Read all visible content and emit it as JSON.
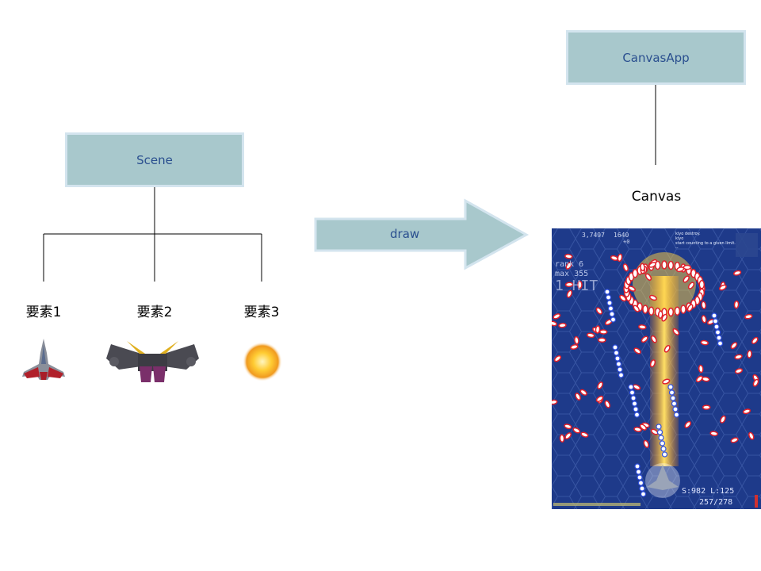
{
  "diagram": {
    "canvas_app": "CanvasApp",
    "canvas_label": "Canvas",
    "scene": "Scene",
    "draw_label": "draw",
    "elements": [
      "要素1",
      "要素2",
      "要素3"
    ]
  },
  "game": {
    "score_top": "3,7497",
    "hiscore_top": "1640",
    "plus": "+0",
    "rank": "rank 6",
    "max": "max 355",
    "hit": "1 HIT",
    "message_lines": [
      "kiyo destroy.",
      "kiyo",
      "start counting to a given limit.",
      "--"
    ],
    "status": "S:982 L:125",
    "count": "257/278"
  },
  "colors": {
    "box_fill": "#a8c8cc",
    "box_border": "#d3e4ee",
    "box_text": "#2a4f8f",
    "game_bg": "#1e3a8a",
    "bullet_red": "#e0202a",
    "laser": "#ffb000"
  }
}
